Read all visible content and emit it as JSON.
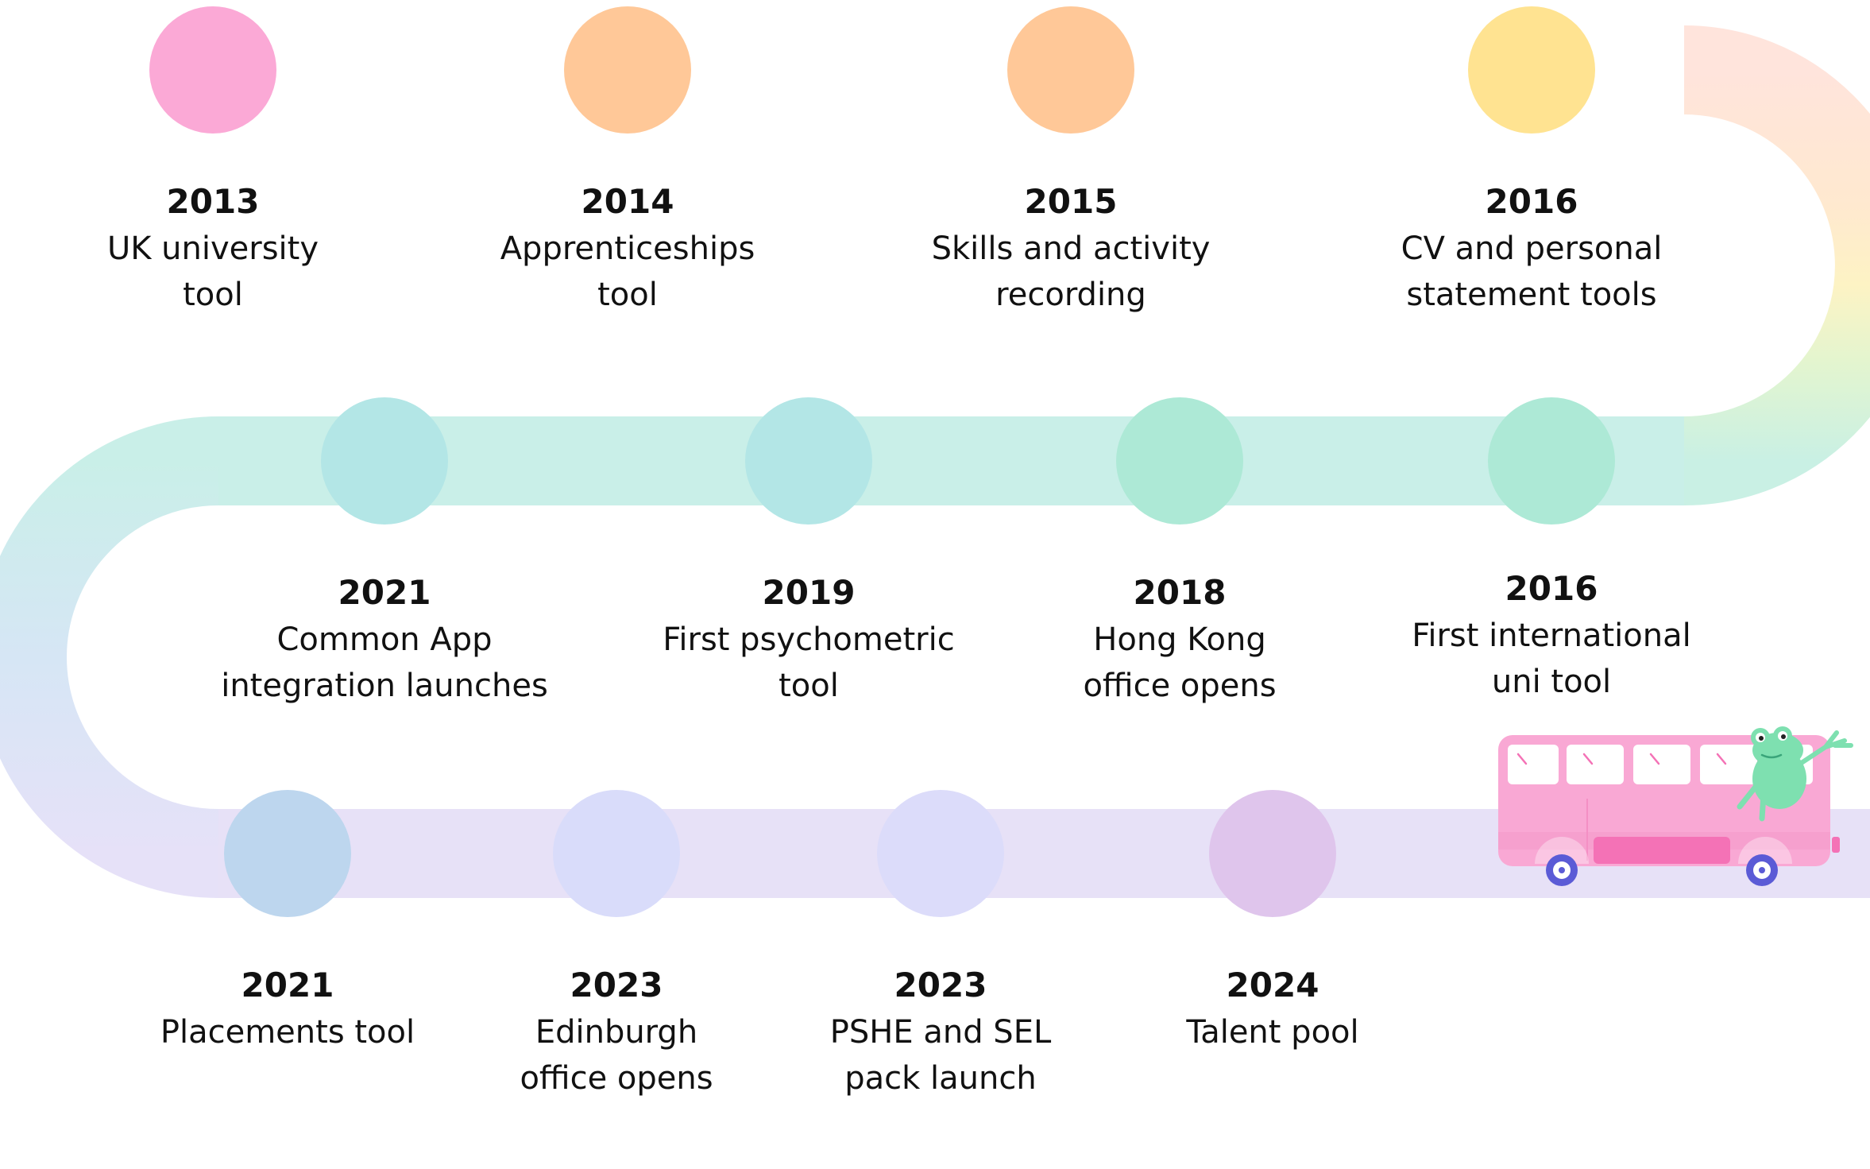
{
  "colors": {
    "background": "#ffffff",
    "road_row1_start": "#ffd9e6",
    "road_row1_end": "#ffe2cc",
    "road_curve_yellow": "#fff0c0",
    "road_row2": "#c9f0e8",
    "road_row3": "#e8e2f8",
    "text": "#111111",
    "bus_body": "#f9a8d4",
    "bus_door": "#f472b6",
    "bus_wheel": "#5b5bd6",
    "frog": "#7ee0b0"
  },
  "illustration": {
    "bus": "bus-icon",
    "frog": "frog-icon"
  },
  "milestones": [
    {
      "year": "2013",
      "lines": [
        "UK university",
        "tool"
      ],
      "color": "#fba9d6"
    },
    {
      "year": "2014",
      "lines": [
        "Apprenticeships",
        "tool"
      ],
      "color": "#ffc898"
    },
    {
      "year": "2015",
      "lines": [
        "Skills and activity",
        "recording"
      ],
      "color": "#ffc898"
    },
    {
      "year": "2016",
      "lines": [
        "CV and personal",
        "statement tools"
      ],
      "color": "#ffe391"
    },
    {
      "year": "2016",
      "lines": [
        "First international",
        "uni tool"
      ],
      "color": "#ade9d6"
    },
    {
      "year": "2018",
      "lines": [
        "Hong Kong",
        "office opens"
      ],
      "color": "#ade9d6"
    },
    {
      "year": "2019",
      "lines": [
        "First psychometric",
        "tool"
      ],
      "color": "#b3e6e6"
    },
    {
      "year": "2021",
      "lines": [
        "Common App",
        "integration launches"
      ],
      "color": "#b3e6e6"
    },
    {
      "year": "2021",
      "lines": [
        "Placements tool"
      ],
      "color": "#bdd6ee"
    },
    {
      "year": "2023",
      "lines": [
        "Edinburgh",
        "office opens"
      ],
      "color": "#d9dcfa"
    },
    {
      "year": "2023",
      "lines": [
        "PSHE and SEL",
        "pack launch"
      ],
      "color": "#dcdcfa"
    },
    {
      "year": "2024",
      "lines": [
        "Talent pool"
      ],
      "color": "#dfc5ec"
    }
  ]
}
